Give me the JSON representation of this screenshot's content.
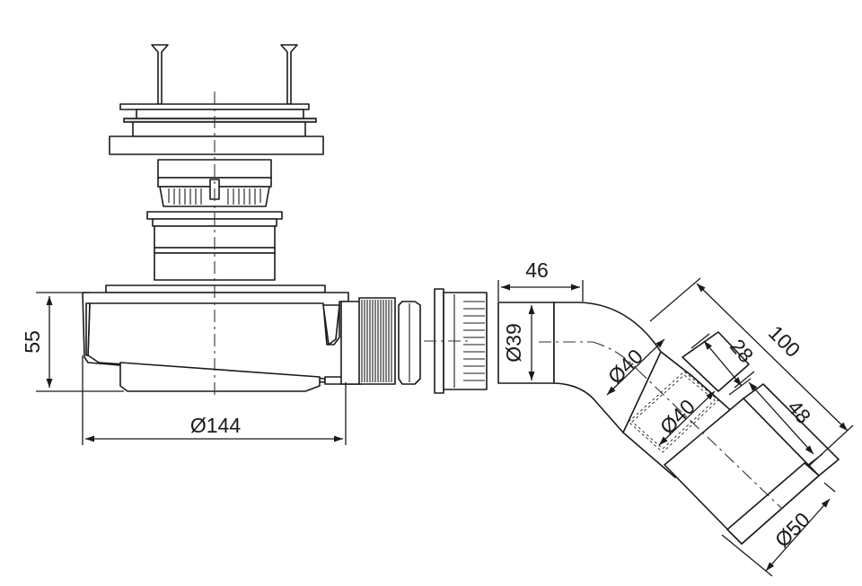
{
  "dimensions": {
    "height_55": "55",
    "diameter_144": "Ø144",
    "length_46": "46",
    "diameter_39": "Ø39",
    "diameter_40_elbow": "Ø40",
    "diameter_40_adapter": "Ø40",
    "length_28": "28",
    "length_100": "100",
    "length_48": "48",
    "diameter_50": "Ø50"
  }
}
